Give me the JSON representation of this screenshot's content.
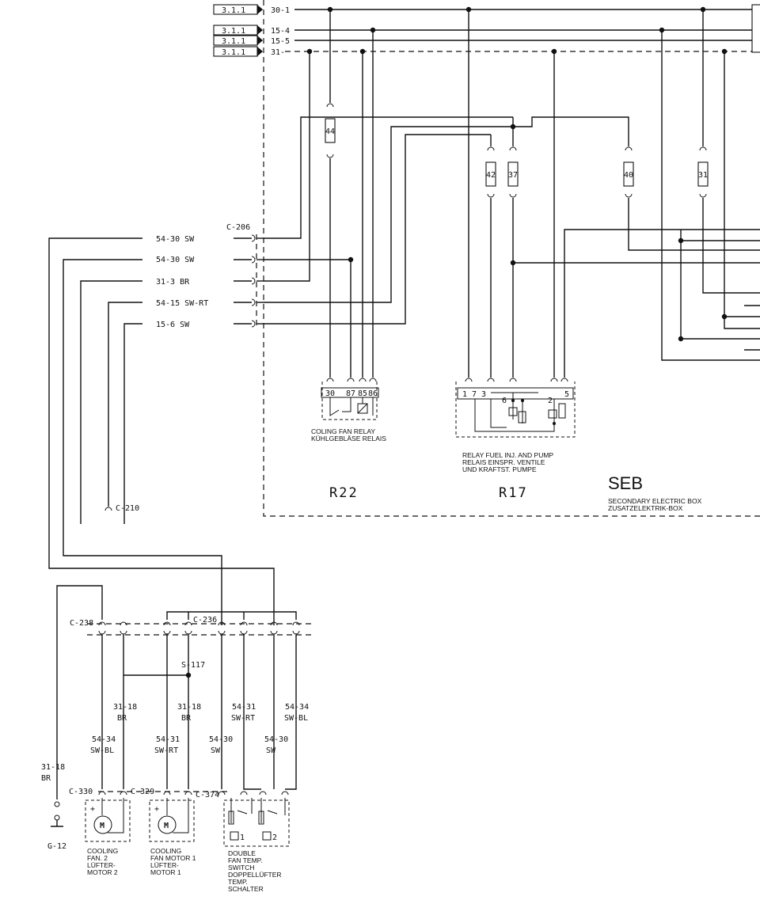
{
  "inputs": [
    {
      "ref": "3.1.1",
      "net": "30-1"
    },
    {
      "ref": "3.1.1",
      "net": "15-4"
    },
    {
      "ref": "3.1.1",
      "net": "15-5"
    },
    {
      "ref": "3.1.1",
      "net": "31-"
    }
  ],
  "fuses": [
    "44",
    "42",
    "37",
    "40",
    "31"
  ],
  "connectors": {
    "c206": "C-206",
    "c210": "C-210",
    "c238": "C-238",
    "c236": "C-236",
    "s117": "S-117",
    "c330": "C-330",
    "c329": "C-329",
    "c374": "C-374",
    "g12": "G-12"
  },
  "c206_wires": [
    "54-30 SW",
    "54-30 SW",
    "31-3 BR",
    "54-15 SW-RT",
    "15-6 SW"
  ],
  "relay_r22": {
    "pins": [
      "30",
      "87",
      "85",
      "86"
    ],
    "label_en": "COLING FAN RELAY",
    "label_de": "KÜHLGEBLÄSE RELAIS",
    "code": "R22"
  },
  "relay_r17": {
    "pins": [
      "1",
      "7",
      "3",
      "6",
      "2",
      "5"
    ],
    "label_lines": [
      "RELAY FUEL INJ. AND PUMP",
      "RELAIS EINSPR. VENTILE",
      "UND KRAFTST. PUMPE"
    ],
    "code": "R17"
  },
  "seb": {
    "title": "SEB",
    "line1": "SECONDARY ELECTRIC BOX",
    "line2": "ZUSATZELEKTRIK-BOX"
  },
  "lower_wires": [
    {
      "code": "31-18",
      "color": "BR"
    },
    {
      "code": "31-18",
      "color": "BR"
    },
    {
      "code": "54-31",
      "color": "SW-RT"
    },
    {
      "code": "54-34",
      "color": "SW-BL"
    },
    {
      "code": "54-34",
      "color": "SW-BL"
    },
    {
      "code": "54-31",
      "color": "SW-RT"
    },
    {
      "code": "54-30",
      "color": "SW"
    },
    {
      "code": "54-30",
      "color": "SW"
    },
    {
      "code": "31-18",
      "color": "BR"
    }
  ],
  "motor_symbol": "M",
  "motor_plus": "+",
  "components": {
    "fan2": [
      "COOLING",
      "FAN. 2",
      "LÜFTER-",
      "MOTOR 2"
    ],
    "fan1": [
      "COOLING",
      "FAN MOTOR 1",
      "LÜFTER-",
      "MOTOR 1"
    ],
    "switch": [
      "DOUBLE",
      "FAN TEMP.",
      "SWITCH",
      "DOPPELLÜFTER",
      "TEMP.",
      "SCHALTER"
    ],
    "switch_contacts": [
      "1",
      "2"
    ]
  }
}
